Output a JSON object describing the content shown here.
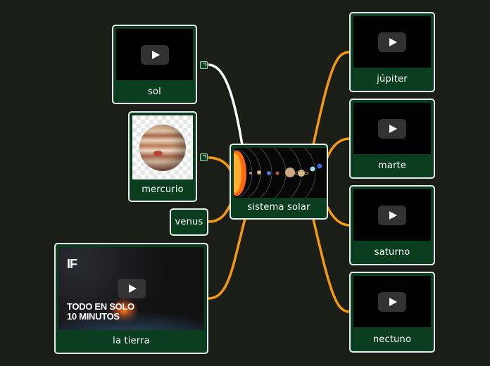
{
  "colors": {
    "background": "#1b1e17",
    "node_fill": "#0b3d1f",
    "node_border": "#e8eef0",
    "link_orange": "#f39a12",
    "link_white": "#ffffff"
  },
  "central": {
    "label": "sistema solar"
  },
  "left_nodes": [
    {
      "label": "sol",
      "media": "video",
      "has_link_icon": true,
      "link_color": "white"
    },
    {
      "label": "mercurio",
      "media": "image-planet",
      "has_link_icon": true,
      "link_color": "orange"
    },
    {
      "label": "venus",
      "media": "none",
      "link_color": "orange"
    },
    {
      "label": "la tierra",
      "media": "video-thumbnail",
      "link_color": "orange",
      "thumbnail": {
        "logo": "IF",
        "line1": "TODO EN SOLO",
        "line2": "10 MINUTOS"
      }
    }
  ],
  "right_nodes": [
    {
      "label": "júpiter",
      "media": "video",
      "link_color": "orange"
    },
    {
      "label": "marte",
      "media": "video",
      "link_color": "orange"
    },
    {
      "label": "saturno",
      "media": "video",
      "link_color": "orange"
    },
    {
      "label": "nectuno",
      "media": "video",
      "link_color": "orange"
    }
  ],
  "icons": {
    "play": "play-icon",
    "link": "external-link-icon"
  }
}
